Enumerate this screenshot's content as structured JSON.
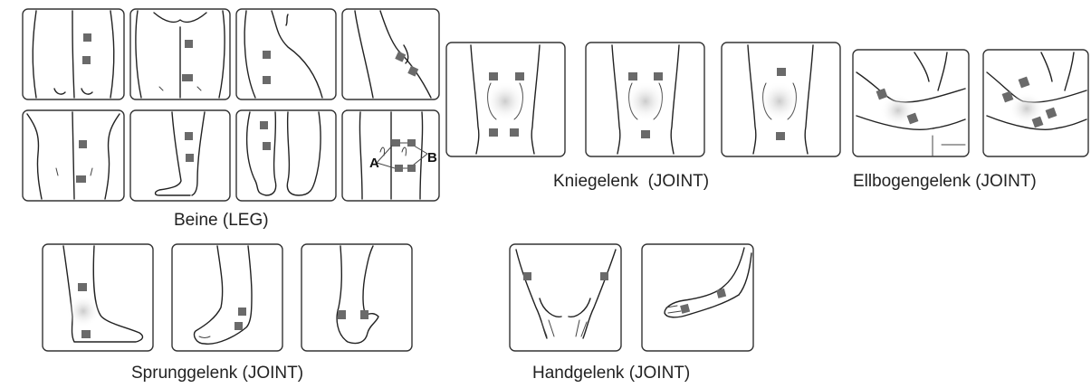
{
  "groups": {
    "legs": {
      "caption": "Beine (LEG)"
    },
    "knee": {
      "caption": "Kniegelenk  (JOINT)"
    },
    "elbow": {
      "caption": "Ellbogengelenk (JOINT)"
    },
    "ankle": {
      "caption": "Sprunggelenk (JOINT)"
    },
    "wrist": {
      "caption": "Handgelenk (JOINT)"
    }
  },
  "markers": {
    "a": "A",
    "b": "B"
  },
  "colors": {
    "pad": "#6a6a6a",
    "outline": "#222222",
    "glow": "#c8c8c8"
  }
}
